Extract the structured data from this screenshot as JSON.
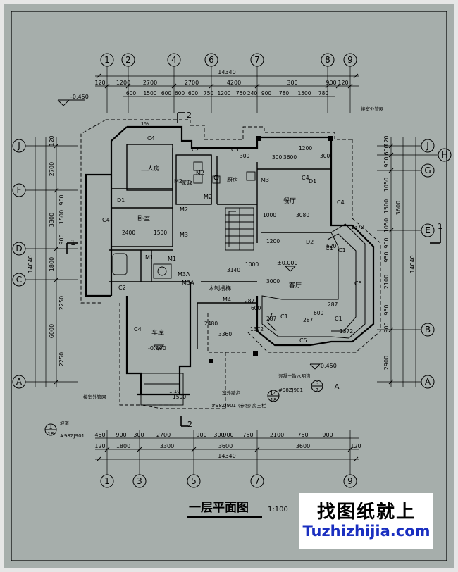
{
  "drawing": {
    "title": "一层平面图",
    "scale": "1:100",
    "levels": {
      "outdoor_top": "-0.450",
      "indoor": "±0.000",
      "garage": "-0.300",
      "outdoor_bottom": "-0.450"
    },
    "grid_top": [
      "1",
      "2",
      "4",
      "6",
      "7",
      "8",
      "9"
    ],
    "grid_bottom": [
      "1",
      "3",
      "5",
      "7",
      "9"
    ],
    "grid_left": [
      "J",
      "F",
      "D",
      "C",
      "A"
    ],
    "grid_right": [
      "J",
      "H",
      "G",
      "E",
      "B",
      "A"
    ],
    "dims_top_total": "14340",
    "dims_top_row1": [
      "120",
      "1200",
      "2700",
      "2700",
      "4200",
      "300",
      "900",
      "120"
    ],
    "dims_top_row2": [
      "600",
      "1500",
      "600",
      "600",
      "600",
      "750",
      "1200",
      "750",
      "240",
      "900",
      "780",
      "1500",
      "780"
    ],
    "dims_bottom_row1": [
      "450",
      "900",
      "300",
      "2700",
      "900",
      "300",
      "900",
      "750",
      "2100",
      "750",
      "900"
    ],
    "dims_bottom_row2": [
      "120",
      "1800",
      "3300",
      "3600",
      "3600",
      "120"
    ],
    "dims_bottom_total": "14340",
    "dims_left_total": "14040",
    "dims_left": [
      "120",
      "2700",
      "900",
      "1500",
      "3300",
      "900",
      "1800",
      "2250",
      "6000",
      "2250"
    ],
    "dims_right_total": "14040",
    "dims_right": [
      "120",
      "600",
      "900",
      "1050",
      "1500",
      "3600",
      "1050",
      "900",
      "950",
      "2100",
      "950",
      "900",
      "2900"
    ],
    "rooms": {
      "workers": "工人房",
      "laundry": "家政",
      "kitchen": "厨房",
      "dining": "餐厅",
      "bedroom": "卧室",
      "living": "客厅",
      "garage": "车库",
      "stair": "木制楼梯"
    },
    "doors": [
      "M2",
      "M2",
      "M2",
      "M3",
      "M3",
      "M1",
      "M1",
      "M3A",
      "M3A",
      "M4",
      "M2"
    ],
    "windows": [
      "C4",
      "C2",
      "C3",
      "C4",
      "C4",
      "C4",
      "C2",
      "C4",
      "C5",
      "C5",
      "C1",
      "C1",
      "C1",
      "C1",
      "D1",
      "D1",
      "D2"
    ],
    "inner_dims": [
      "3600",
      "1200",
      "300",
      "300",
      "300",
      "1000",
      "3080",
      "2400",
      "1500",
      "1000",
      "1200",
      "3140",
      "3000",
      "2480",
      "3360",
      "1500",
      "1372",
      "1372",
      "1372",
      "287",
      "600",
      "287",
      "287",
      "600",
      "287",
      "620"
    ],
    "notes": {
      "pipe_top": "接室外管网",
      "pipe_left": "接室外管网",
      "ramp": "坡道",
      "ref_ramp": "#98ZJ901",
      "ref_step1": "室外踏步",
      "ref_step2": "#98ZJ901",
      "ref_step3": "(参照)",
      "ref_step4": "房三栏",
      "scatter": "混凝土散水明沟",
      "ref_scatter": "#98ZJ901",
      "slope": "1%",
      "ramp_slope": "1:10"
    },
    "details": [
      "1",
      "18",
      "14",
      "18",
      "3",
      "A",
      "7"
    ],
    "section_marks": [
      "1",
      "1",
      "2",
      "2"
    ]
  },
  "watermark": {
    "cn": "找图纸就上",
    "en": "Tuzhizhijia.com"
  },
  "colors": {
    "page": "#e6e6e6",
    "sheet": "#a6aeab",
    "ink": "#000000",
    "watermark_blue": "#1a2fc0"
  }
}
